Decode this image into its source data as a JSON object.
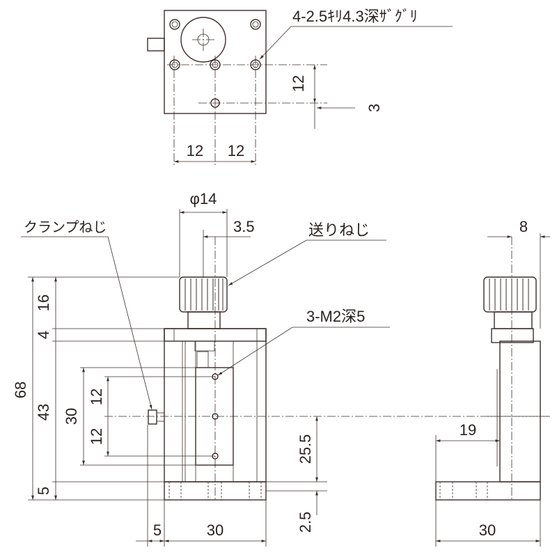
{
  "top_view": {
    "hole_note": "4-2.5ｷﾘ4.3深ｻﾞｸﾞﾘ",
    "dim_12_vertical": "12",
    "dim_3": "3",
    "dim_12_left": "12",
    "dim_12_right": "12"
  },
  "front_view": {
    "phi14": "φ14",
    "dim_3_5": "3.5",
    "clamp_screw_label": "クランプねじ",
    "feed_screw_label": "送りねじ",
    "tap_note": "3-M2深5",
    "dim_16": "16",
    "dim_4": "4",
    "dim_68": "68",
    "dim_43": "43",
    "dim_30_v": "30",
    "dim_12_a": "12",
    "dim_12_b": "12",
    "dim_5_v": "5",
    "dim_25_5": "25.5",
    "dim_2_5": "2.5",
    "dim_5_h": "5",
    "dim_30_h": "30"
  },
  "side_view": {
    "dim_8": "8",
    "dim_19": "19",
    "dim_30": "30"
  },
  "colors": {
    "line": "#3a2e2a"
  }
}
